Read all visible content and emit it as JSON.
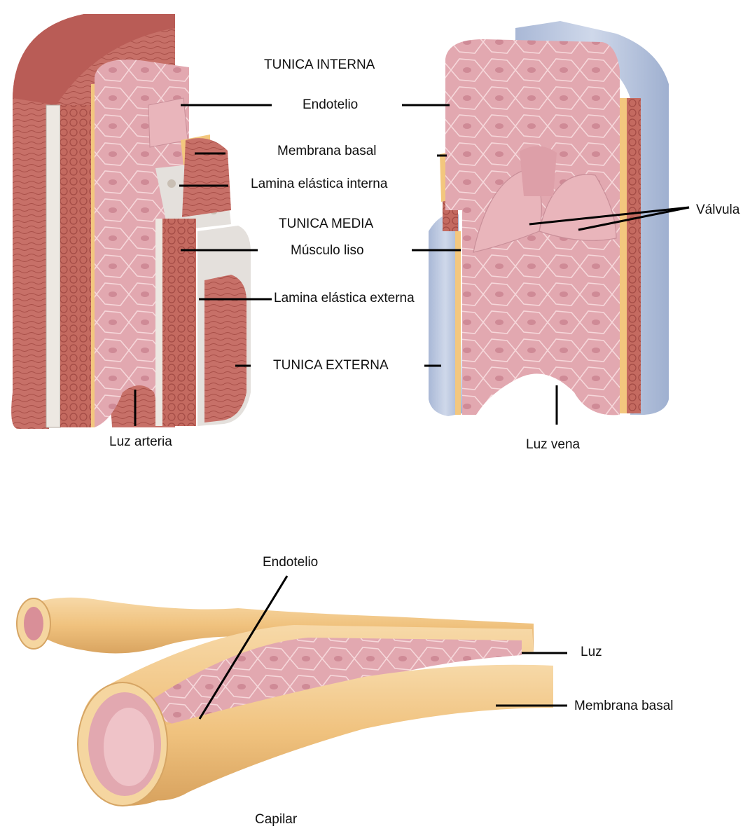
{
  "colors": {
    "background": "#ffffff",
    "muscle": "#c8746c",
    "muscle_dark": "#a9504a",
    "endothelium": "#e2a8b0",
    "endothelium_light": "#f0c4c8",
    "basal": "#f3c77e",
    "elastic": "#e4e0dc",
    "vein_outer": "#b9c6de",
    "capillary": "#f2c88a",
    "leader": "#000000"
  },
  "labels": {
    "tunica_interna": "TUNICA INTERNA",
    "endotelio": "Endotelio",
    "membrana_basal": "Membrana basal",
    "lamina_interna": "Lamina elástica interna",
    "tunica_media": "TUNICA MEDIA",
    "musculo_liso": "Músculo liso",
    "lamina_externa": "Lamina elástica externa",
    "tunica_externa": "TUNICA EXTERNA",
    "luz_arteria": "Luz arteria",
    "luz_vena": "Luz vena",
    "valvula": "Válvula",
    "cap_endotelio": "Endotelio",
    "cap_luz": "Luz",
    "cap_membrana": "Membrana basal",
    "capilar": "Capilar"
  }
}
